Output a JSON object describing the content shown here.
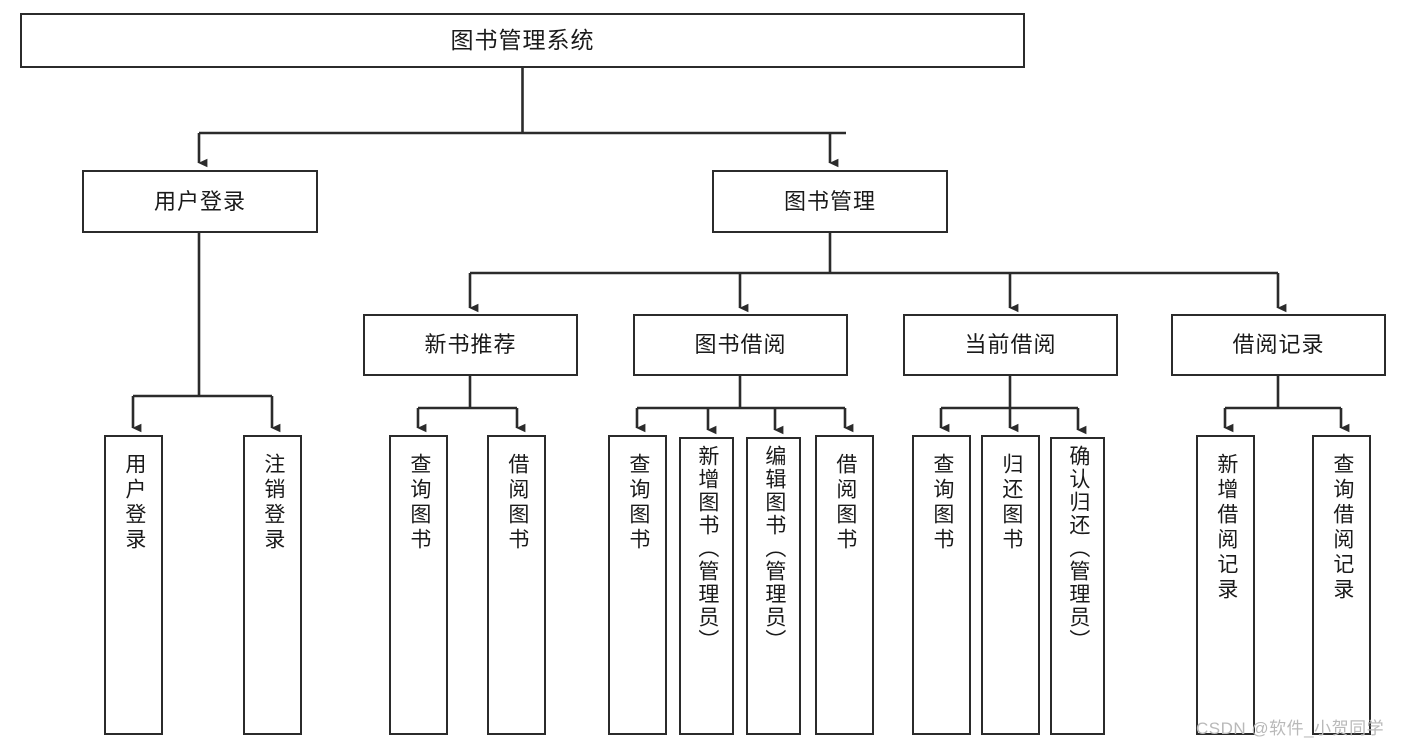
{
  "diagram": {
    "title": "图书管理系统",
    "type": "tree",
    "orientation": "top-down",
    "levels": 4,
    "colors": {
      "box_border": "#2b2b2b",
      "box_fill": "#ffffff",
      "connector": "#2b2b2b",
      "text": "#1a1a1a",
      "watermark": "#b9b9b9",
      "background": "#ffffff"
    }
  },
  "nodes": {
    "root": {
      "label": "图书管理系统"
    },
    "level2": [
      {
        "label": "用户登录"
      },
      {
        "label": "图书管理"
      }
    ],
    "level3": [
      {
        "label": "新书推荐"
      },
      {
        "label": "图书借阅"
      },
      {
        "label": "当前借阅"
      },
      {
        "label": "借阅记录"
      }
    ],
    "leaves_user_login": [
      {
        "label": "用户登录"
      },
      {
        "label": "注销登录"
      }
    ],
    "leaves_new_book": [
      {
        "label": "查询图书"
      },
      {
        "label": "借阅图书"
      }
    ],
    "leaves_borrow": [
      {
        "label": "查询图书"
      },
      {
        "label": "新增图书（管理员）"
      },
      {
        "label": "编辑图书（管理员）"
      },
      {
        "label": "借阅图书"
      }
    ],
    "leaves_current": [
      {
        "label": "查询图书"
      },
      {
        "label": "归还图书"
      },
      {
        "label": "确认归还（管理员）"
      }
    ],
    "leaves_records": [
      {
        "label": "新增借阅记录"
      },
      {
        "label": "查询借阅记录"
      }
    ]
  },
  "watermark": {
    "text": "CSDN @软件_小贺同学"
  }
}
